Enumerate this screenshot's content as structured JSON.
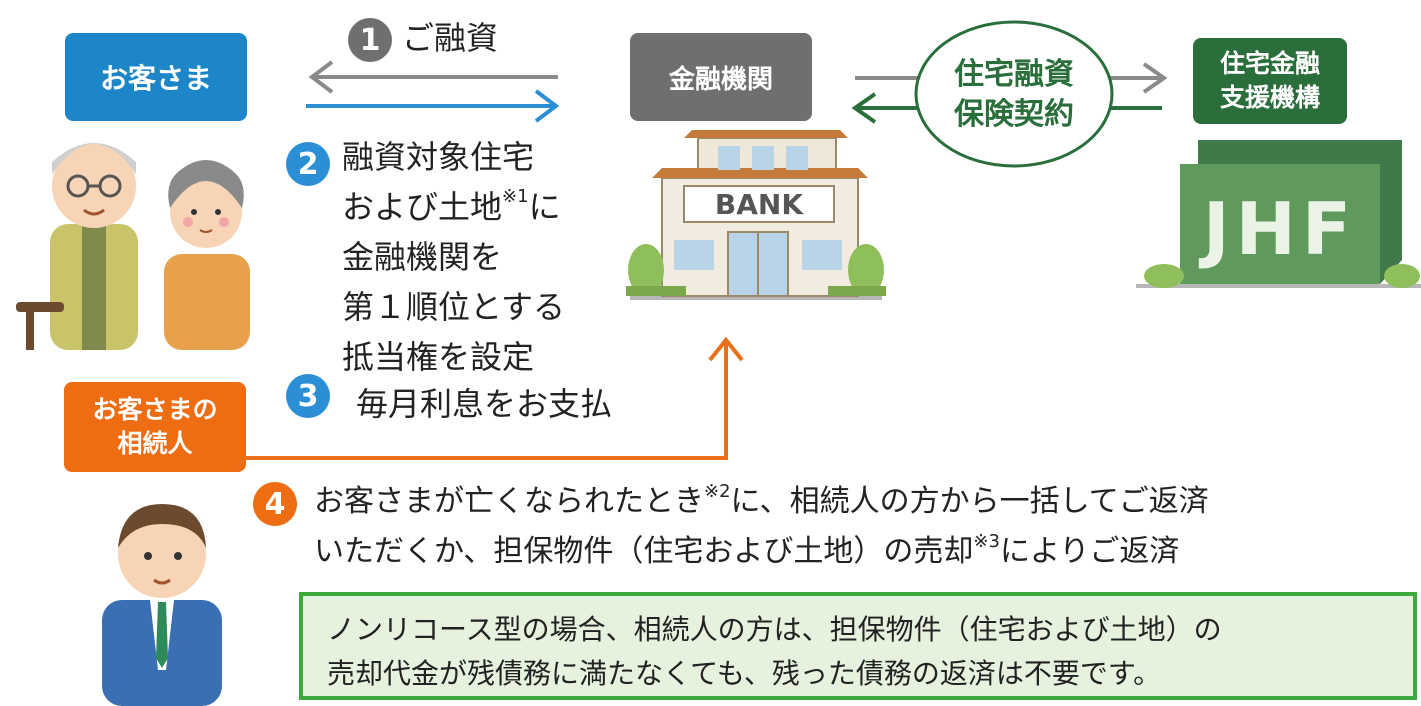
{
  "customer_label": "お客さま",
  "heir_label": [
    "お客さまの",
    "相続人"
  ],
  "bank_label": "金融機関",
  "jhf_label": [
    "住宅金融",
    "支援機構"
  ],
  "bank_sign": "BANK",
  "jhf_sign": "JHF",
  "insurance": [
    "住宅融資",
    "保険契約"
  ],
  "steps": {
    "s1": {
      "num": "1",
      "text": "ご融資"
    },
    "s2": {
      "num": "2",
      "lines": [
        "融資対象住宅",
        "および土地",
        "金融機関を",
        "第１順位とする",
        "抵当権を設定"
      ],
      "note_mark": "※1",
      "line2_tail": "に"
    },
    "s3": {
      "num": "3",
      "text": "毎月利息をお支払"
    },
    "s4": {
      "num": "4",
      "line1_a": "お客さまが亡くなられたとき",
      "note_mark_a": "※2",
      "line1_b": "に、相続人の方から一括してご返済",
      "line2_a": "いただくか、担保物件（住宅および土地）の売却",
      "note_mark_b": "※3",
      "line2_b": "によりご返済"
    }
  },
  "note": [
    "ノンリコース型の場合、相続人の方は、担保物件（住宅および土地）の",
    "売却代金が残債務に満たなくても、残った債務の返済は不要です。"
  ],
  "colors": {
    "customer_blue": "#1c86c8",
    "heir_orange": "#ee6c12",
    "bank_gray": "#6f6f6f",
    "jhf_green": "#2a6e3b",
    "arrow_gray": "#8a8a8a",
    "arrow_blue": "#2b8fd6",
    "arrow_orange": "#e8701a",
    "note_green": "#3daa3d"
  }
}
